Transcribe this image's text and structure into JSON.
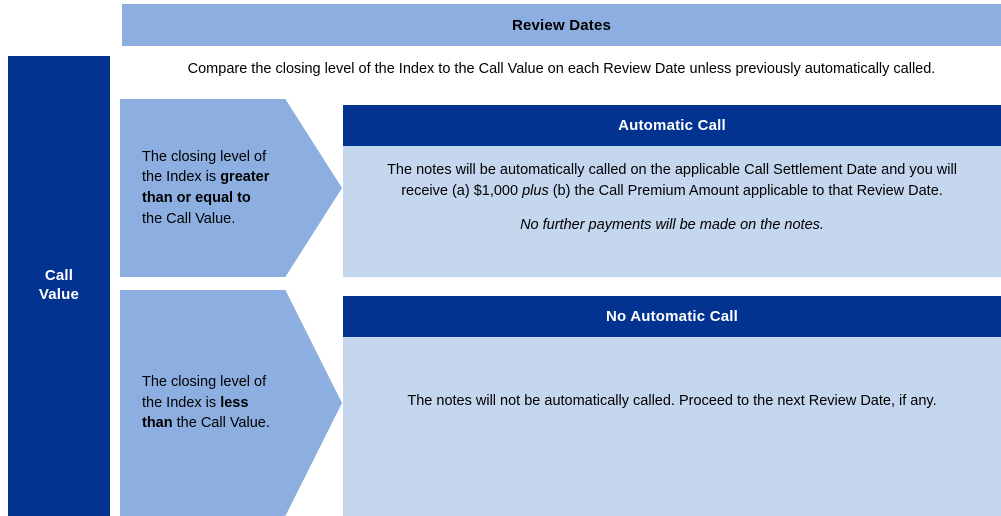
{
  "header": {
    "title": "Review Dates"
  },
  "intro": {
    "text": "Compare the closing level of the Index to the Call Value on each Review Date unless previously automatically called."
  },
  "side_bar": {
    "line1": "Call",
    "line2": "Value"
  },
  "branches": [
    {
      "condition": {
        "prefix": "The closing level of the Index is ",
        "emphasis": "greater than or equal to",
        "suffix": " the Call Value."
      },
      "outcome": {
        "title": "Automatic Call",
        "body_prefix": "The notes will be automatically called on the applicable Call Settlement Date and you will receive (a) $1,000 ",
        "body_italic": "plus",
        "body_suffix": " (b) the Call Premium Amount applicable to that Review Date.",
        "note_italic": "No further payments will be made on the notes."
      }
    },
    {
      "condition": {
        "prefix": "The closing level of the Index is ",
        "emphasis": "less than",
        "suffix": " the Call Value."
      },
      "outcome": {
        "title": "No Automatic Call",
        "body": "The notes will not be automatically called. Proceed to the next Review Date, if any."
      }
    }
  ],
  "colors": {
    "dark_blue": "#023391",
    "medium_blue": "#8CAEE0",
    "light_blue": "#C5D6EF",
    "text": "#000000",
    "text_inverse": "#FFFFFF"
  }
}
